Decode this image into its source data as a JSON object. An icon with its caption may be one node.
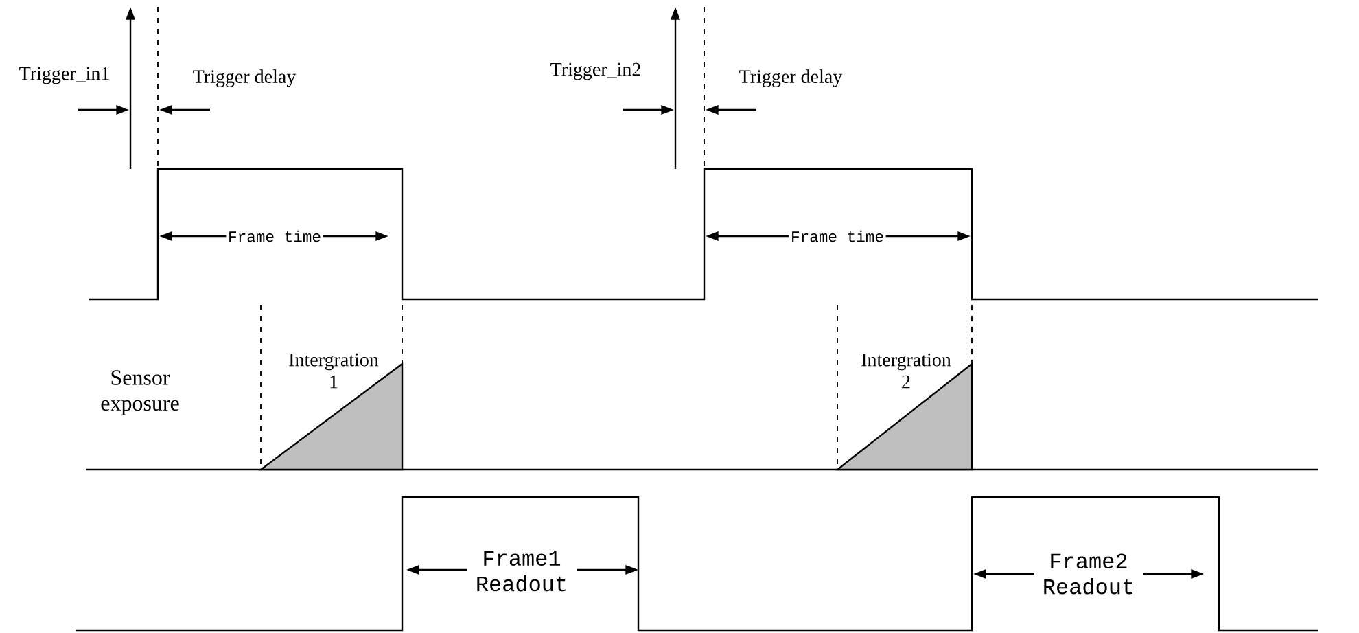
{
  "diagram": {
    "labels": [
      "Trigger_in1",
      "Trigger delay",
      "Frame time",
      "Trigger_in2",
      "Trigger delay",
      "Frame time",
      "Intergration 1",
      "Sensor exposure",
      "Intergration 2",
      "Frame1 Readout",
      "Frame2 Readout"
    ]
  }
}
